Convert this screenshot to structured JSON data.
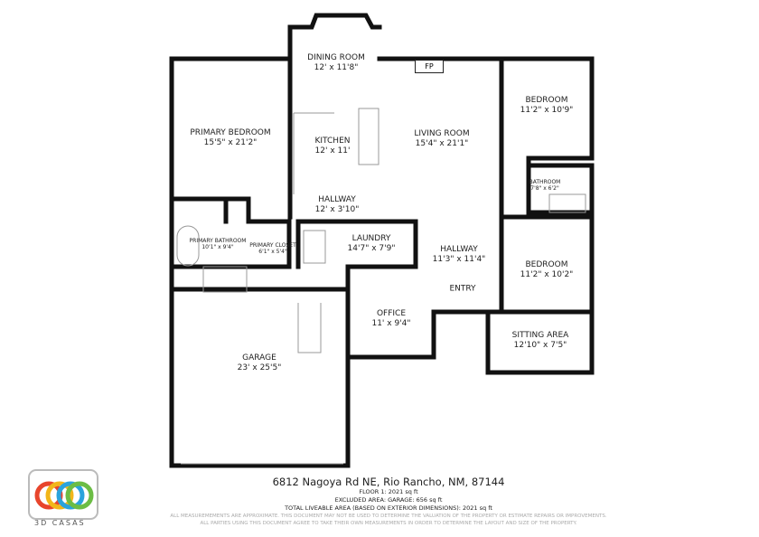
{
  "rooms": [
    {
      "name": "DINING ROOM",
      "dims": "12' x 11'8\""
    },
    {
      "name": "PRIMARY BEDROOM",
      "dims": "15'5\" x 21'2\""
    },
    {
      "name": "KITCHEN",
      "dims": "12' x 11'"
    },
    {
      "name": "LIVING ROOM",
      "dims": "15'4\" x 21'1\""
    },
    {
      "name": "BEDROOM",
      "dims": "11'2\" x 10'9\""
    },
    {
      "name": "BATHROOM",
      "dims": "7'8\" x 6'2\""
    },
    {
      "name": "HALLWAY",
      "dims": "12' x 3'10\""
    },
    {
      "name": "PRIMARY BATHROOM",
      "dims": "10'1\" x 9'4\""
    },
    {
      "name": "PRIMARY CLOSET",
      "dims": "6'1\" x 5'4\""
    },
    {
      "name": "LAUNDRY",
      "dims": "14'7\" x 7'9\""
    },
    {
      "name": "HALLWAY",
      "dims": "11'3\" x 11'4\""
    },
    {
      "name": "BEDROOM",
      "dims": "11'2\" x 10'2\""
    },
    {
      "name": "ENTRY",
      "dims": ""
    },
    {
      "name": "OFFICE",
      "dims": "11' x 9'4\""
    },
    {
      "name": "SITTING AREA",
      "dims": "12'10\" x 7'5\""
    },
    {
      "name": "GARAGE",
      "dims": "23' x 25'5\""
    }
  ],
  "fireplace": "FP",
  "footer": {
    "address": "6812 Nagoya Rd NE, Rio Rancho, NM, 87144",
    "floor": "FLOOR 1: 2021 sq ft",
    "excluded": "EXCLUDED AREA: GARAGE: 656 sq ft",
    "total": "TOTAL LIVEABLE AREA (BASED ON EXTERIOR DIMENSIONS): 2021 sq ft",
    "disclaimer1": "ALL MEASUREMEMENTS ARE APPROXIMATE. THIS DOCUMENT MAY NOT BE USED TO DETERMINE THE VALUATION OF THE PROPERTY OR ESTIMATE REPAIRS OR IMPROVEMENTS.",
    "disclaimer2": "ALL PARTIES USING THIS DOCUMENT AGREE TO TAKE THEIR OWN MEASUREMENTS IN ORDER TO DETERMINE THE LAYOUT AND SIZE OF THE PROPERTY."
  },
  "logo": {
    "text": "3D CASAS",
    "colors": [
      "#e8452c",
      "#f2b619",
      "#2aa3dc",
      "#6cbd45"
    ]
  },
  "colors": {
    "wall": "#111111"
  }
}
